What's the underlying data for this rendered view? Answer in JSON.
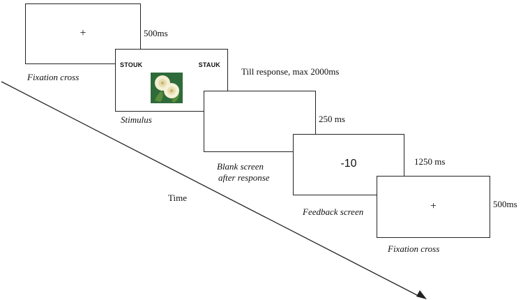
{
  "time_label": "Time",
  "steps": [
    {
      "caption": "Fixation cross",
      "duration": "500ms",
      "content": "+"
    },
    {
      "caption": "Stimulus",
      "duration": "Till response, max 2000ms",
      "left_word": "STOUK",
      "right_word": "STAUK",
      "image": "white-roses-picture"
    },
    {
      "caption_line1": "Blank screen",
      "caption_line2": "after response",
      "duration": "250 ms"
    },
    {
      "caption": "Feedback screen",
      "duration": "1250 ms",
      "content": "-10"
    },
    {
      "caption": "Fixation cross",
      "duration": "500ms",
      "content": "+"
    }
  ],
  "colors": {
    "line": "#222222",
    "picture_bg": "#2f6b3a",
    "petal": "#f3eed2"
  }
}
